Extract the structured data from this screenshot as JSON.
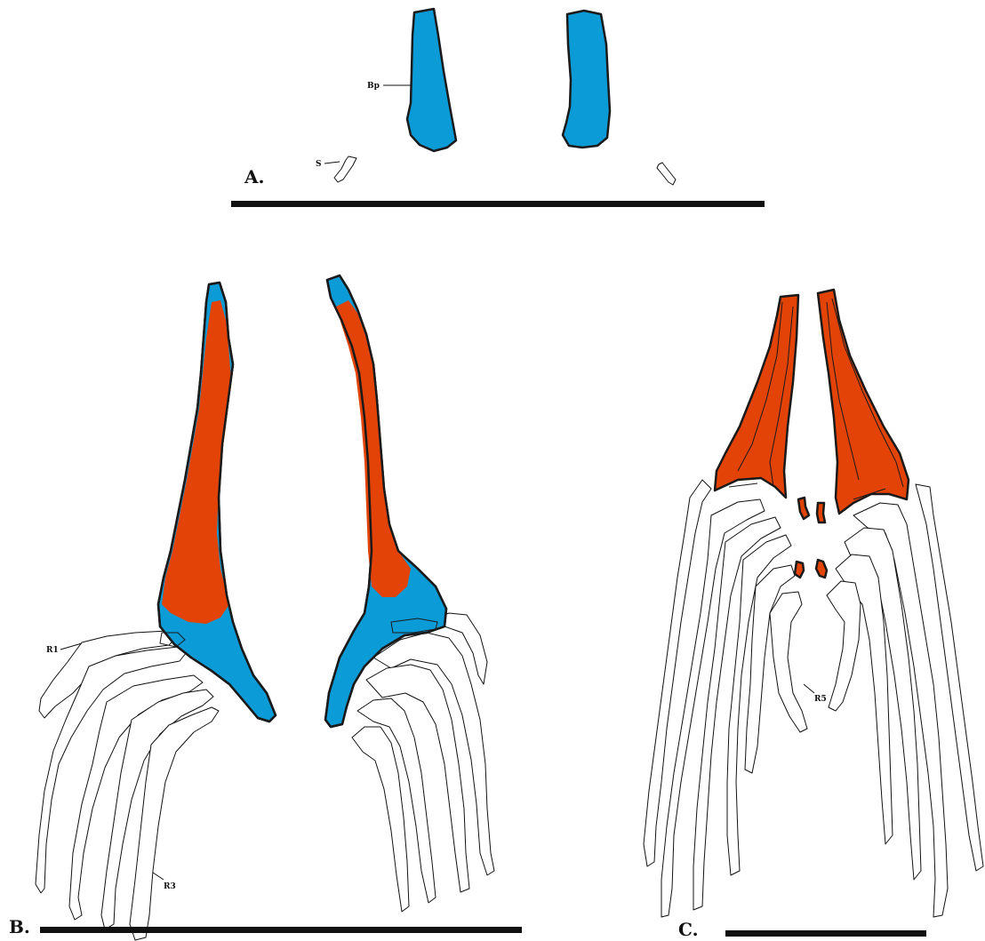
{
  "panels": {
    "a": {
      "letter": "A.",
      "labels": {
        "bp": "Bp",
        "s": "S"
      }
    },
    "b": {
      "letter": "B.",
      "labels": {
        "r1": "R1",
        "r3": "R3"
      }
    },
    "c": {
      "letter": "C.",
      "labels": {
        "r5": "R5"
      }
    }
  },
  "colors": {
    "cartilage_blue": "#0b9bd7",
    "bone_orange": "#e34306",
    "outline": "#1a1a1a",
    "background": "#ffffff"
  }
}
